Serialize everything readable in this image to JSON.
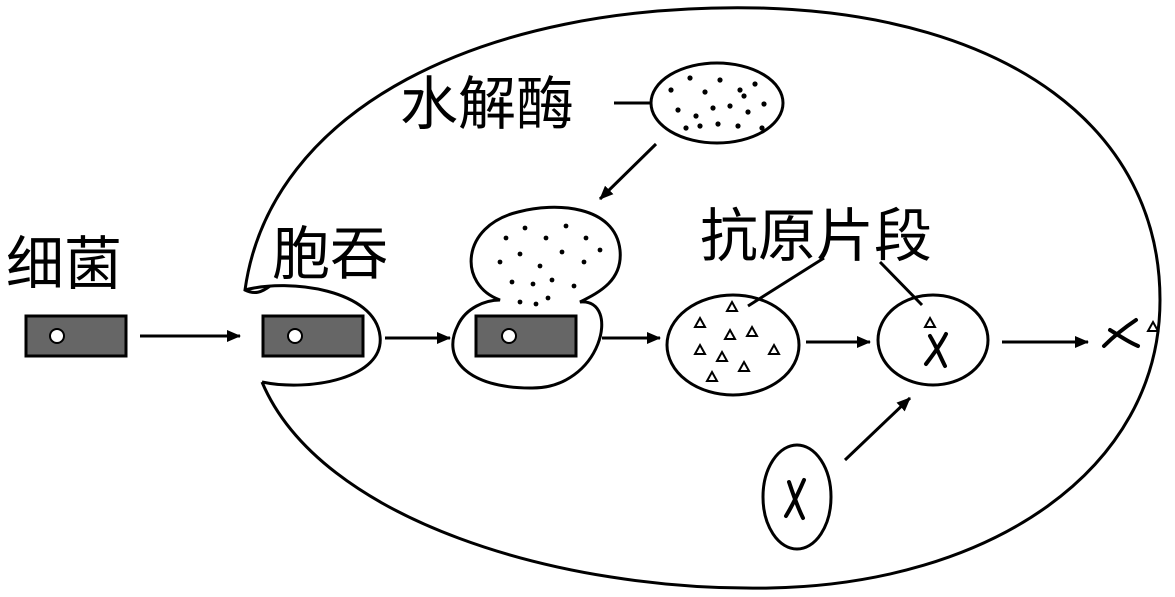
{
  "labels": {
    "bacteria": "细菌",
    "phagocytosis": "胞吞",
    "hydrolase": "水解酶",
    "antigen_fragment": "抗原片段"
  },
  "colors": {
    "stroke": "#000000",
    "bacterium_fill": "#666666",
    "background": "#ffffff"
  }
}
